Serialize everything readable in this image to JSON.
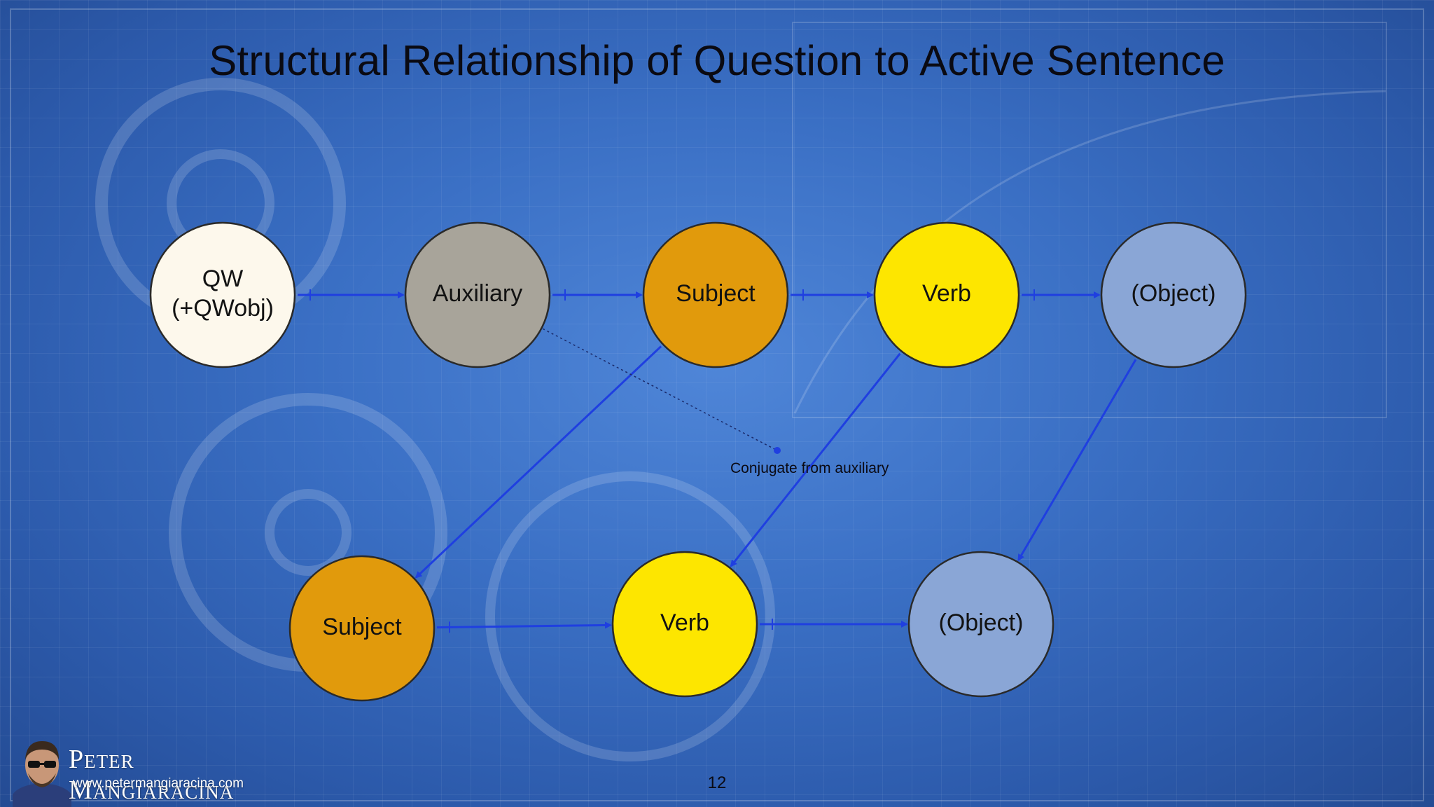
{
  "slide": {
    "title": "Structural Relationship of Question to Active Sentence",
    "page_number": "12"
  },
  "brand": {
    "name": "Peter Mangiaracina",
    "url": "www.petermangiaracina.com"
  },
  "colors": {
    "arrow": "#1f3fe0",
    "qw": "#fdf8ec",
    "auxiliary": "#a8a49a",
    "subject": "#e19a0c",
    "verb": "#fde600",
    "object": "#8aa6d6"
  },
  "diagram": {
    "nodes": [
      {
        "id": "qw",
        "lines": [
          "QW",
          "(+QWobj)"
        ],
        "fill": "qw"
      },
      {
        "id": "aux",
        "lines": [
          "Auxiliary"
        ],
        "fill": "auxiliary"
      },
      {
        "id": "subj1",
        "lines": [
          "Subject"
        ],
        "fill": "subject"
      },
      {
        "id": "verb1",
        "lines": [
          "Verb"
        ],
        "fill": "verb"
      },
      {
        "id": "obj1",
        "lines": [
          "(Object)"
        ],
        "fill": "object"
      },
      {
        "id": "subj2",
        "lines": [
          "Subject"
        ],
        "fill": "subject"
      },
      {
        "id": "verb2",
        "lines": [
          "Verb"
        ],
        "fill": "verb"
      },
      {
        "id": "obj2",
        "lines": [
          "(Object)"
        ],
        "fill": "object"
      }
    ],
    "edges": [
      {
        "from": "qw",
        "to": "aux"
      },
      {
        "from": "aux",
        "to": "subj1"
      },
      {
        "from": "subj1",
        "to": "verb1"
      },
      {
        "from": "verb1",
        "to": "obj1"
      },
      {
        "from": "subj2",
        "to": "verb2"
      },
      {
        "from": "verb2",
        "to": "obj2"
      },
      {
        "from": "subj1",
        "to": "subj2"
      },
      {
        "from": "verb1",
        "to": "verb2"
      },
      {
        "from": "obj1",
        "to": "obj2"
      }
    ],
    "annotation": {
      "text": "Conjugate from auxiliary",
      "points_to": "aux"
    }
  }
}
